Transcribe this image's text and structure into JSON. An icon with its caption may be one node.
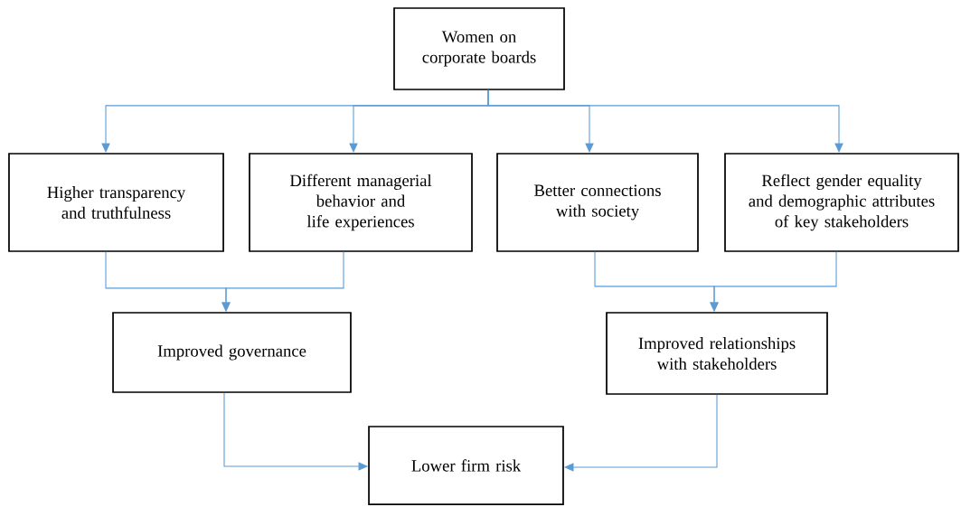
{
  "diagram": {
    "nodes": [
      {
        "text": [
          "Women on corporate boards"
        ]
      },
      {
        "text": [
          "Higher transparency and truthfulness"
        ]
      },
      {
        "text": [
          "Different managerial behavior and life experiences"
        ]
      },
      {
        "text": [
          "Better connections with society"
        ]
      },
      {
        "text": [
          "Reflect gender equality and demographic attributes of key stakeholders"
        ]
      },
      {
        "text": [
          "Improved governance"
        ]
      },
      {
        "text": [
          "Improved relationships with stakeholders"
        ]
      },
      {
        "text": [
          "Lower firm risk"
        ]
      }
    ],
    "edges": [
      {
        "from": 0,
        "to": 1,
        "arrow": "to"
      },
      {
        "from": 0,
        "to": 2,
        "arrow": "to"
      },
      {
        "from": 0,
        "to": 3,
        "arrow": "to"
      },
      {
        "from": 0,
        "to": 4,
        "arrow": "to"
      },
      {
        "from": 1,
        "to": 5,
        "arrow": "to"
      },
      {
        "from": 2,
        "to": 5,
        "arrow": "to"
      },
      {
        "from": 3,
        "to": 6,
        "arrow": "to"
      },
      {
        "from": 4,
        "to": 6,
        "arrow": "to"
      },
      {
        "from": 5,
        "to": 7,
        "arrow": "to"
      },
      {
        "from": 6,
        "to": 7,
        "arrow": "to"
      }
    ]
  }
}
